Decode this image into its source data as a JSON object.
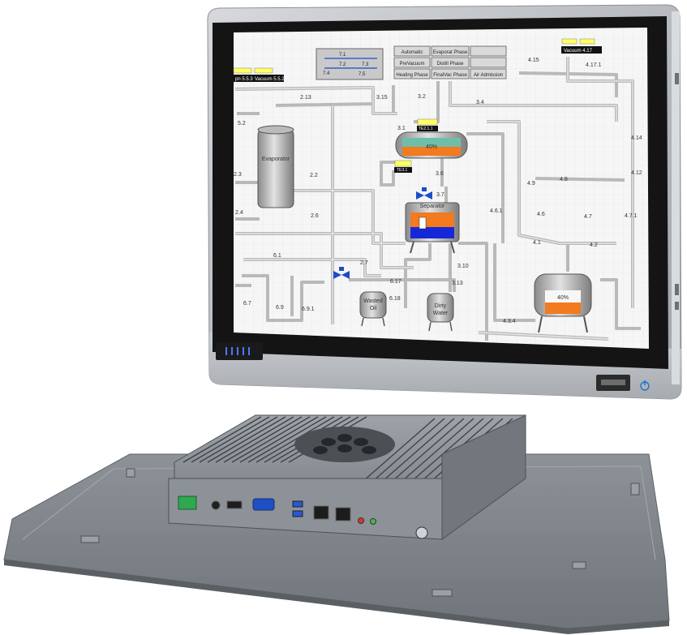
{
  "scada": {
    "tags": {
      "vacuum_left_a": "pn 5.5.3",
      "vacuum_left_b": "Vacuum 5.5.2",
      "vacuum_right": "Vacuum 4.17"
    },
    "mode_buttons": [
      "Automatic",
      "Evaporat Phase",
      "",
      "PreVacuum",
      "Distill Phase",
      "",
      "Heating Phase",
      "FinalVac Phase",
      "Air Admission"
    ],
    "vessels": {
      "evaporator": "Evaporator",
      "separator": "Separator",
      "wasted_oil_line1": "Wasted",
      "wasted_oil_line2": "Oil",
      "dirty_water_line1": "Dirty",
      "dirty_water_line2": "Water",
      "condenser_level": "40%",
      "collector_level": "40%"
    },
    "control_box": {
      "a": "7.1",
      "b": "7.2",
      "c": "7.3",
      "d": "7.4",
      "e": "7.5"
    },
    "pipe_labels": {
      "p4_15": "4.15",
      "p4_17_1": "4.17.1",
      "p2_13": "2.13",
      "p3_15": "3.15",
      "p3_2": "3.2",
      "p3_4": "3.4",
      "p5_2": "5.2",
      "p3_1": "3.1",
      "p3_6": "3.6",
      "p3_7": "3.7",
      "p2_3": "2.3",
      "p2_2": "2.2",
      "p2_4": "2.4",
      "p2_6": "2.6",
      "p4_9": "4.9",
      "p4_8": "4.8",
      "p4_14": "4.14",
      "p4_12": "4.12",
      "p4_6_1": "4.6.1",
      "p4_6": "4.6",
      "p4_7": "4.7",
      "p4_7_1": "4.7.1",
      "p4_1": "4.1",
      "p4_2": "4.2",
      "p6_1": "6.1",
      "p2_7": "2.7",
      "p3_10": "3.10",
      "p6_17": "6.17",
      "p3_13": "3.13",
      "p6_18": "6.18",
      "p6_7": "6.7",
      "p6_9": "6.9",
      "p6_9_1": "6.9.1",
      "p4_3_4": "4.3.4"
    },
    "small_tags": {
      "t1": "TE2.1.1",
      "t2": "TE3.1"
    }
  },
  "colors": {
    "bezel": "#b9bcc1",
    "screen_frame": "#141414",
    "scada_bg": "#f6f6f6",
    "tank_orange": "#f27a1f",
    "tank_teal": "#6fbfa8",
    "tank_blue": "#1428d8",
    "tag_yellow": "#ffff66",
    "power_blue": "#1e73c8"
  },
  "icons": [
    "power-icon",
    "valve-icon",
    "fan-vent-icon"
  ]
}
